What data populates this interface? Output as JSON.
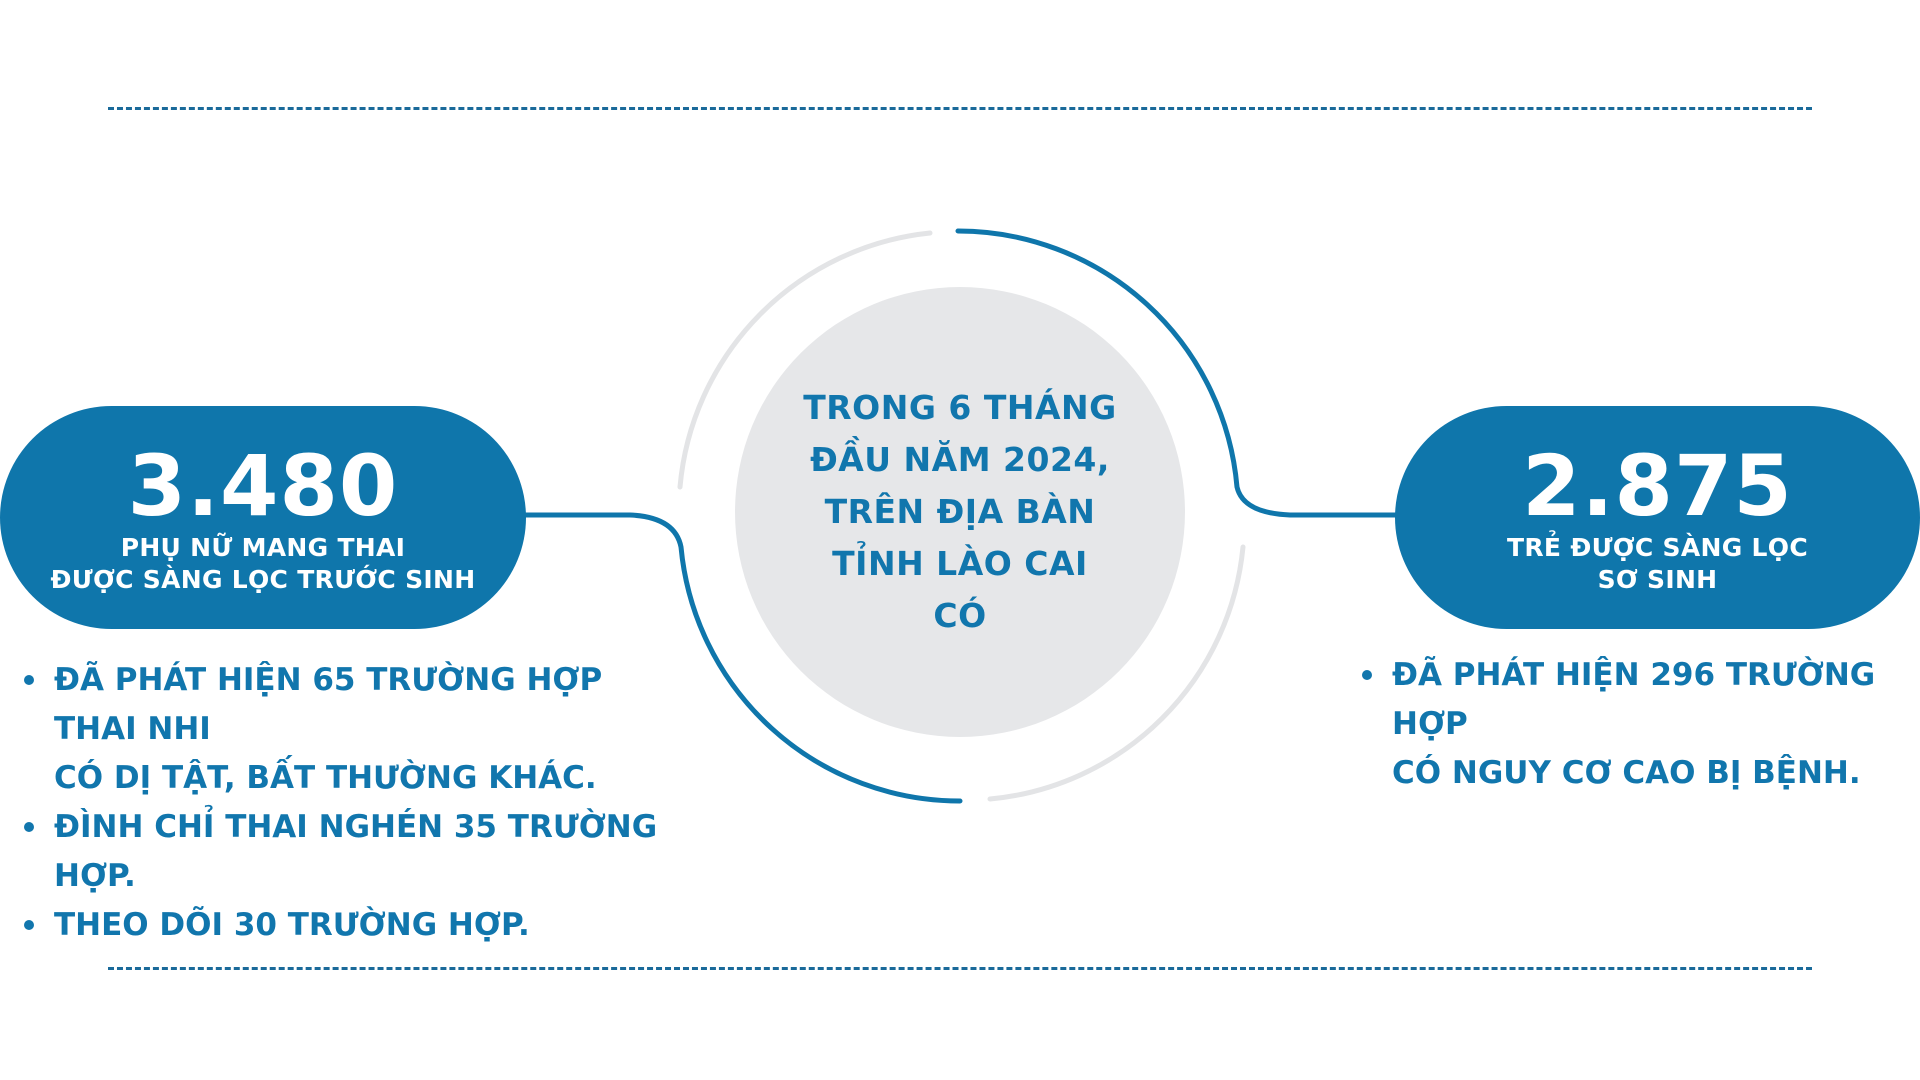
{
  "colors": {
    "primary_blue": "#0f76ab",
    "text_blue": "#1176ad",
    "circle_gray": "#e6e7e9",
    "arc_gray": "#e3e4e6"
  },
  "center": {
    "lines": [
      "TRONG 6 THÁNG",
      "ĐẦU NĂM 2024,",
      "TRÊN ĐỊA BÀN",
      "TỈNH LÀO CAI",
      "CÓ"
    ]
  },
  "left_stat": {
    "number": "3.480",
    "label_lines": [
      "PHỤ NỮ MANG THAI",
      "ĐƯỢC SÀNG LỌC TRƯỚC SINH"
    ],
    "bullets": [
      [
        "ĐÃ PHÁT HIỆN 65 TRƯỜNG HỢP THAI NHI",
        "CÓ DỊ TẬT, BẤT THƯỜNG KHÁC."
      ],
      [
        "ĐÌNH CHỈ THAI NGHÉN 35 TRƯỜNG HỢP."
      ],
      [
        "THEO DÕI 30 TRƯỜNG HỢP."
      ]
    ]
  },
  "right_stat": {
    "number": "2.875",
    "label_lines": [
      "TRẺ ĐƯỢC SÀNG LỌC",
      "SƠ SINH"
    ],
    "bullets": [
      [
        "ĐÃ PHÁT HIỆN 296 TRƯỜNG HỢP",
        "CÓ NGUY CƠ CAO BỊ BỆNH."
      ]
    ]
  }
}
